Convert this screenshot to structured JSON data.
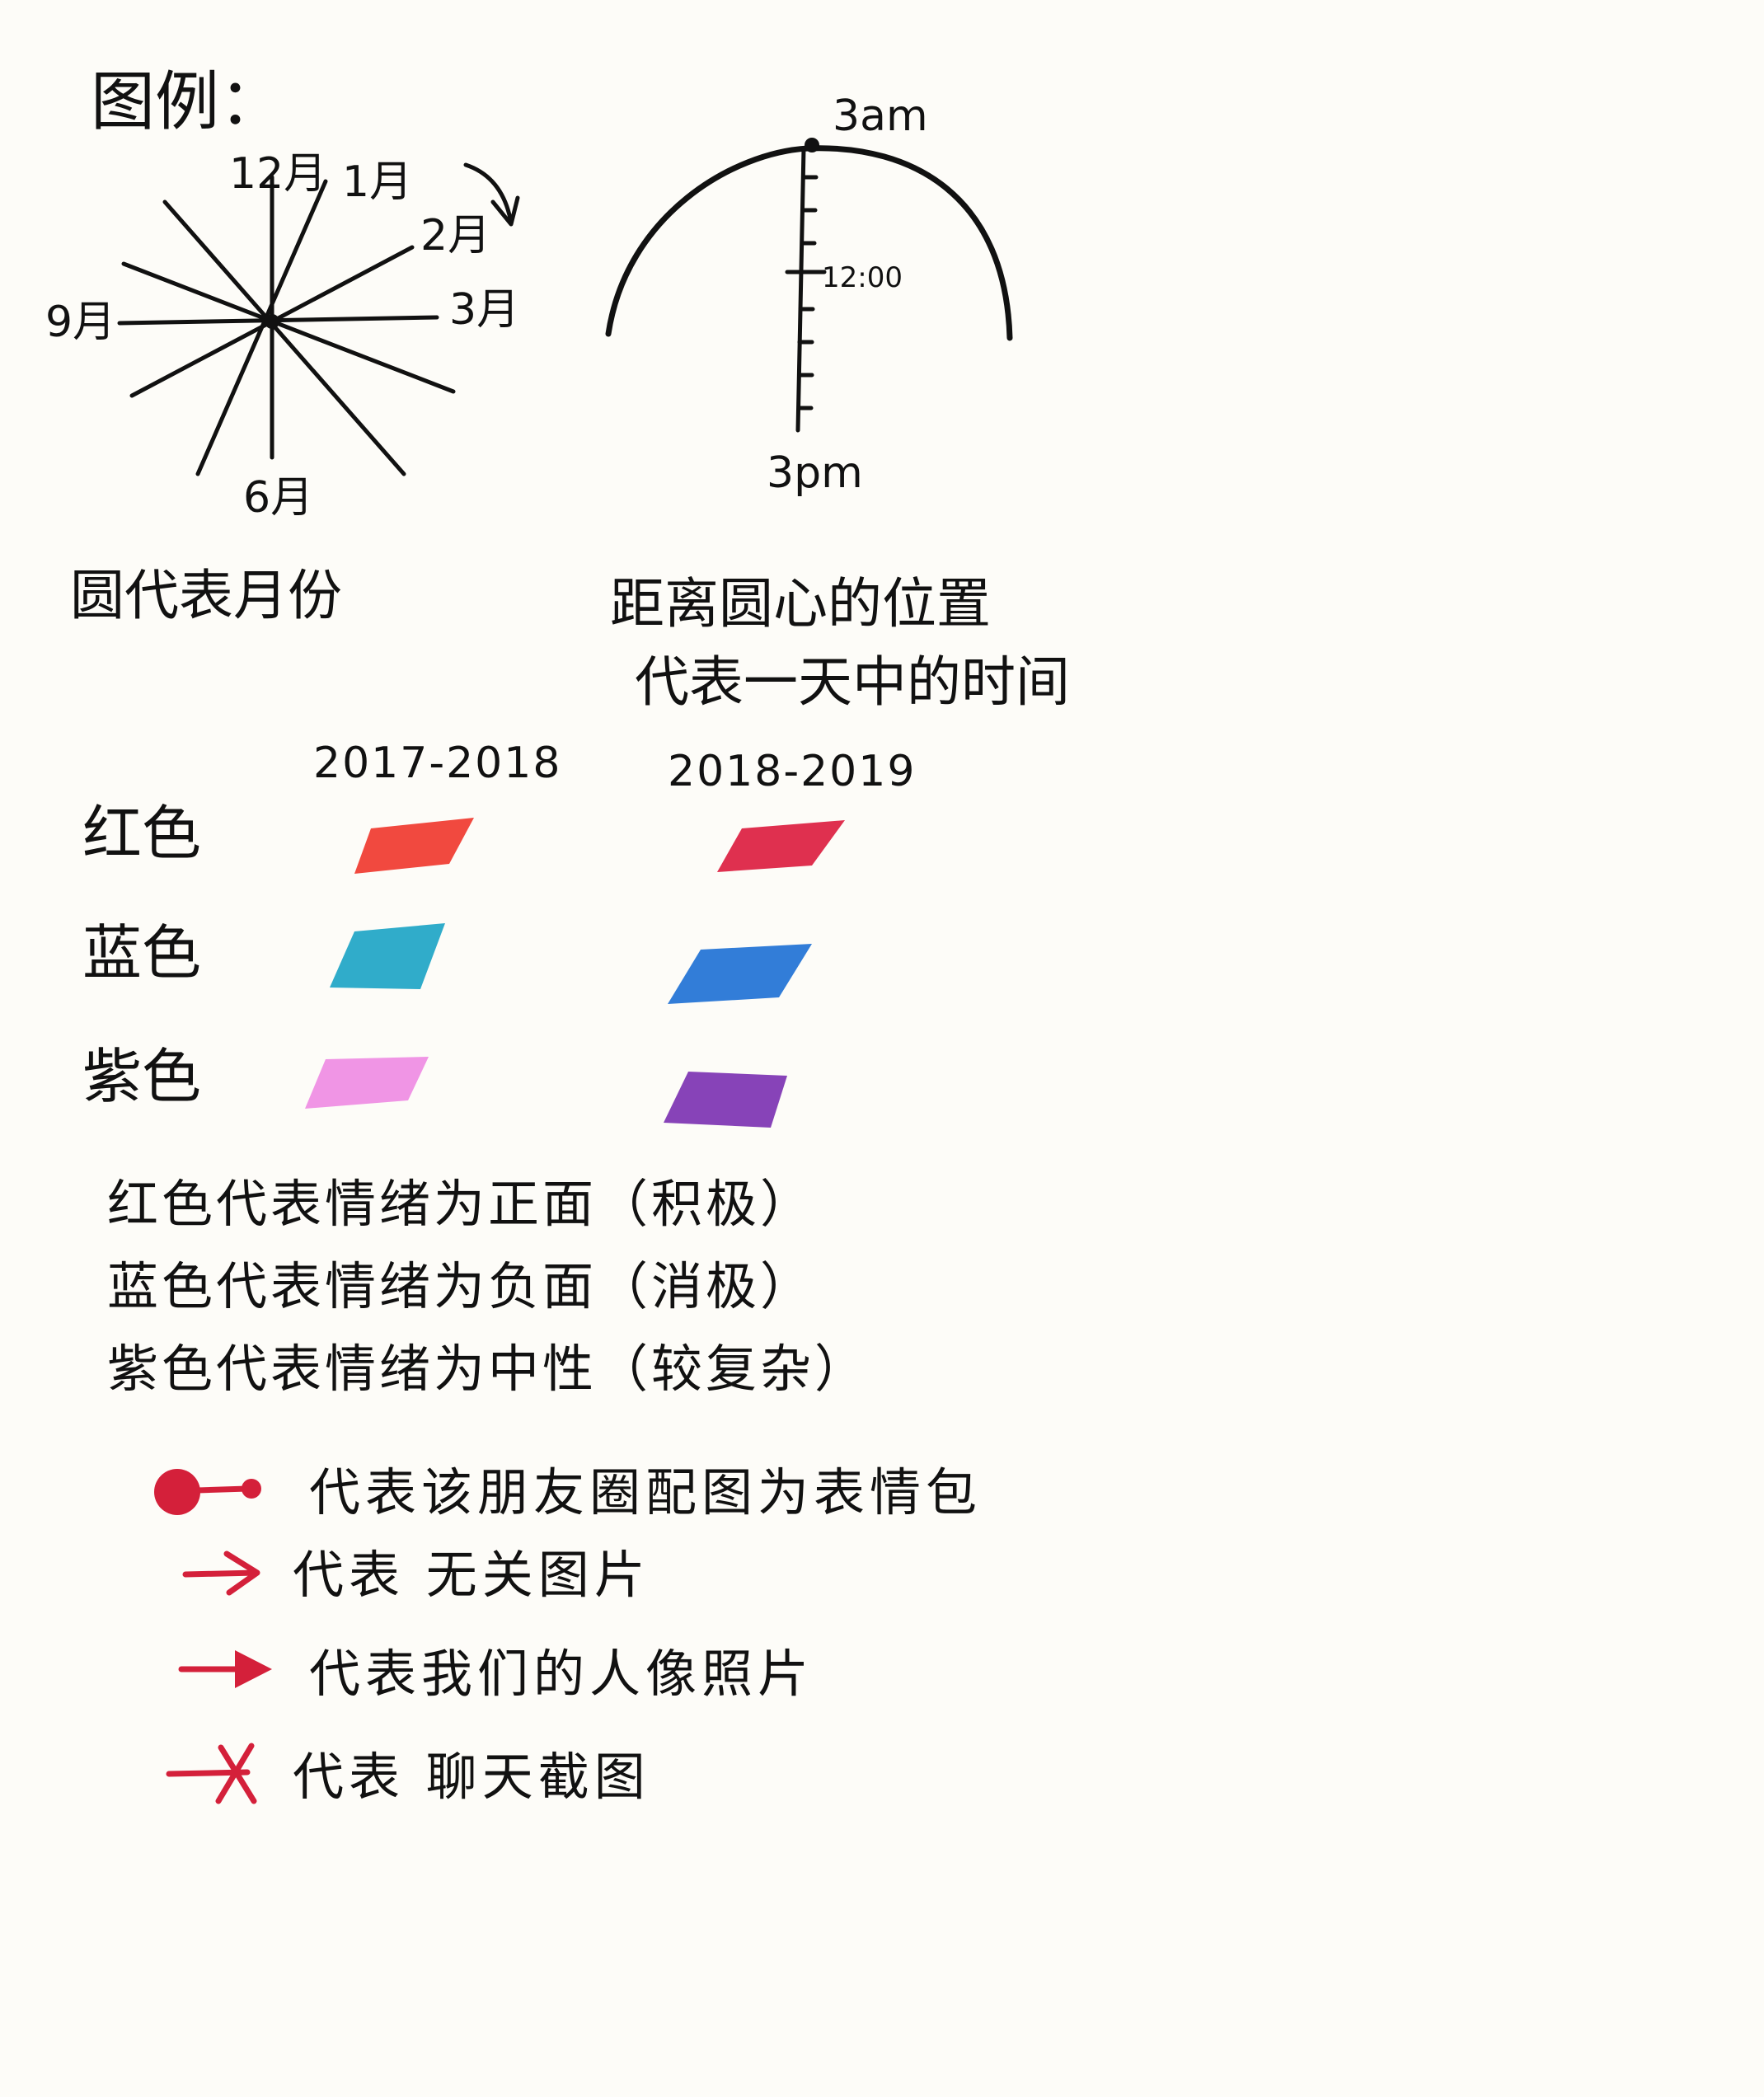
{
  "title": "图例：",
  "month_wheel": {
    "labels": {
      "dec": "12月",
      "jan": "1月",
      "feb": "2月",
      "mar": "3月",
      "sep": "9月",
      "jun": "6月"
    },
    "caption": "圆代表月份"
  },
  "time_arc": {
    "top_label": "3am",
    "mid_label": "12:00",
    "bottom_label": "3pm",
    "caption_line1": "距离圆心的位置",
    "caption_line2": "代表一天中的时间"
  },
  "years": [
    "2017-2018",
    "2018-2019"
  ],
  "swatches": [
    {
      "label": "红色",
      "color_2017": "#f0352a",
      "color_2018": "#dc1a3c"
    },
    {
      "label": "蓝色",
      "color_2017": "#1aa3c4",
      "color_2018": "#1c6fd4"
    },
    {
      "label": "紫色",
      "color_2017": "#ee8ae2",
      "color_2018": "#7a2fb0"
    }
  ],
  "meanings": [
    "红色代表情绪为正面（积极）",
    "蓝色代表情绪为负面（消极）",
    "紫色代表情绪为中性（较复杂）"
  ],
  "arrows": [
    {
      "text": "代表该朋友圈配图为表情包",
      "icon": "circle-stick-arrow-icon"
    },
    {
      "text": "代表 无关图片",
      "icon": "open-arrow-icon"
    },
    {
      "text": "代表我们的人像照片",
      "icon": "filled-arrow-icon"
    },
    {
      "text": "代表 聊天截图",
      "icon": "cross-arrow-icon"
    }
  ],
  "ink_color": "#d4203a"
}
